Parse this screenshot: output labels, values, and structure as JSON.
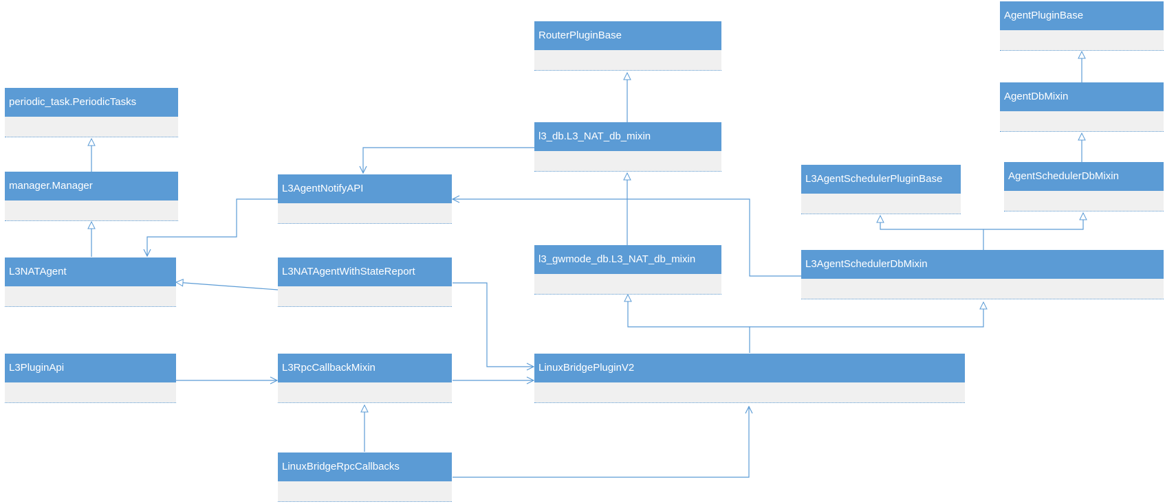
{
  "classes": [
    {
      "id": "router_plugin_base",
      "name": "RouterPluginBase"
    },
    {
      "id": "agent_plugin_base",
      "name": "AgentPluginBase"
    },
    {
      "id": "periodic_tasks",
      "name": "periodic_task.PeriodicTasks"
    },
    {
      "id": "agent_db_mixin",
      "name": "AgentDbMixin"
    },
    {
      "id": "l3_nat_db_mixin",
      "name": "l3_db.L3_NAT_db_mixin"
    },
    {
      "id": "manager",
      "name": "manager.Manager"
    },
    {
      "id": "l3_agent_notify_api",
      "name": "L3AgentNotifyAPI"
    },
    {
      "id": "l3_agent_scheduler_plugin_base",
      "name": "L3AgentSchedulerPluginBase"
    },
    {
      "id": "agent_scheduler_db_mixin",
      "name": "AgentSchedulerDbMixin"
    },
    {
      "id": "l3_gwmode_db_mixin",
      "name": "l3_gwmode_db.L3_NAT_db_mixin"
    },
    {
      "id": "l3_agent_scheduler_db_mixin",
      "name": "L3AgentSchedulerDbMixin"
    },
    {
      "id": "l3_nat_agent",
      "name": "L3NATAgent"
    },
    {
      "id": "l3_nat_agent_state",
      "name": "L3NATAgentWithStateReport"
    },
    {
      "id": "l3_plugin_api",
      "name": "L3PluginApi"
    },
    {
      "id": "l3_rpc_callback_mixin",
      "name": "L3RpcCallbackMixin"
    },
    {
      "id": "linux_bridge_plugin_v2",
      "name": "LinuxBridgePluginV2"
    },
    {
      "id": "linux_bridge_rpc_callbacks",
      "name": "LinuxBridgeRpcCallbacks"
    }
  ],
  "colors": {
    "header": "#5b9bd5",
    "body": "#f0f0f0",
    "line": "#5b9bd5"
  }
}
